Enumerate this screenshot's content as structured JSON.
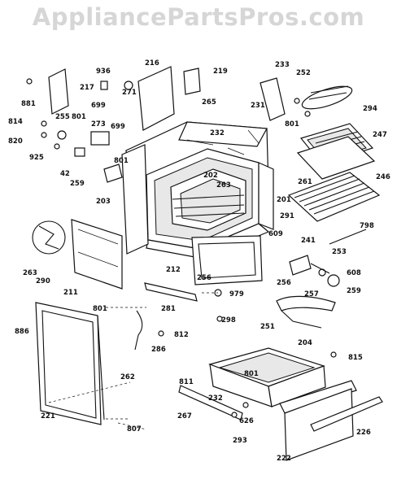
{
  "watermark": "AppliancePartsPros.com",
  "diagram": {
    "type": "exploded-parts-view",
    "part_labels": [
      "881",
      "217",
      "936",
      "216",
      "219",
      "233",
      "252",
      "294",
      "814",
      "255",
      "801",
      "699",
      "271",
      "273",
      "699",
      "265",
      "231",
      "801",
      "247",
      "820",
      "925",
      "232",
      "261",
      "42",
      "801",
      "259",
      "202",
      "263",
      "246",
      "201",
      "203",
      "291",
      "241",
      "609",
      "798",
      "253",
      "263",
      "290",
      "211",
      "212",
      "256",
      "608",
      "256",
      "257",
      "259",
      "979",
      "801",
      "281",
      "298",
      "812",
      "251",
      "886",
      "286",
      "204",
      "815",
      "811",
      "801",
      "262",
      "232",
      "221",
      "267",
      "626",
      "807",
      "293",
      "226",
      "222"
    ]
  }
}
